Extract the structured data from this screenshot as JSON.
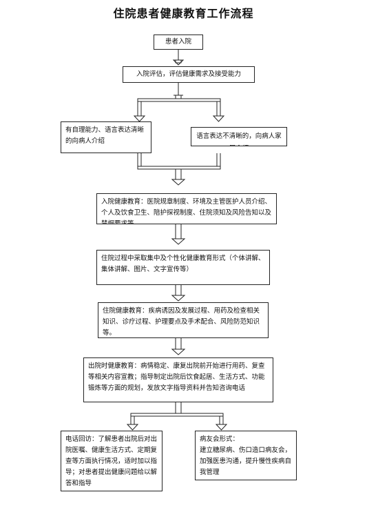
{
  "title": "住院患者健康教育工作流程",
  "steps": {
    "admission": "患者入院",
    "assessment": "入院评估，评估健康需求及接受能力",
    "capable": "有自理能力、语言表达清晰的向病人介绍",
    "unclear": "语言表达不清晰的，向病人家属介绍",
    "admission_education": "入院健康教育：医院规章制度、环境及主管医护人员介绍、个人及饮食卫生、陪护探视制度、住院须知及风险告知以及禁烟要求等。",
    "process_form": "住院过程中采取集中及个性化健康教育形式（个体讲解、集体讲解、图片、文字宣传等）",
    "hospital_education": "住院健康教育：疾病诱因及发展过程、用药及检查相关知识、诊疗过程、护理要点及手术配合、风险防范知识等。",
    "discharge_education": "出院时健康教育：病情稳定、康复出院前开始进行用药、复查等相关内容宣教；指导制定出院后饮食起居、生活方式、功能锻炼等方面的规划，发放文字指导资料并告知咨询电话",
    "phone_followup": "电话回访：了解患者出院后对出院医嘱、健康生活方式、定期复查等方面执行情况，适时加以指导；对患者提出健康问题给以解答和指导",
    "patient_club_title": "病友会形式：",
    "patient_club_body": "建立糖尿病、伤口造口病友会，加强医患沟通，提升慢性疾病自我管理"
  }
}
